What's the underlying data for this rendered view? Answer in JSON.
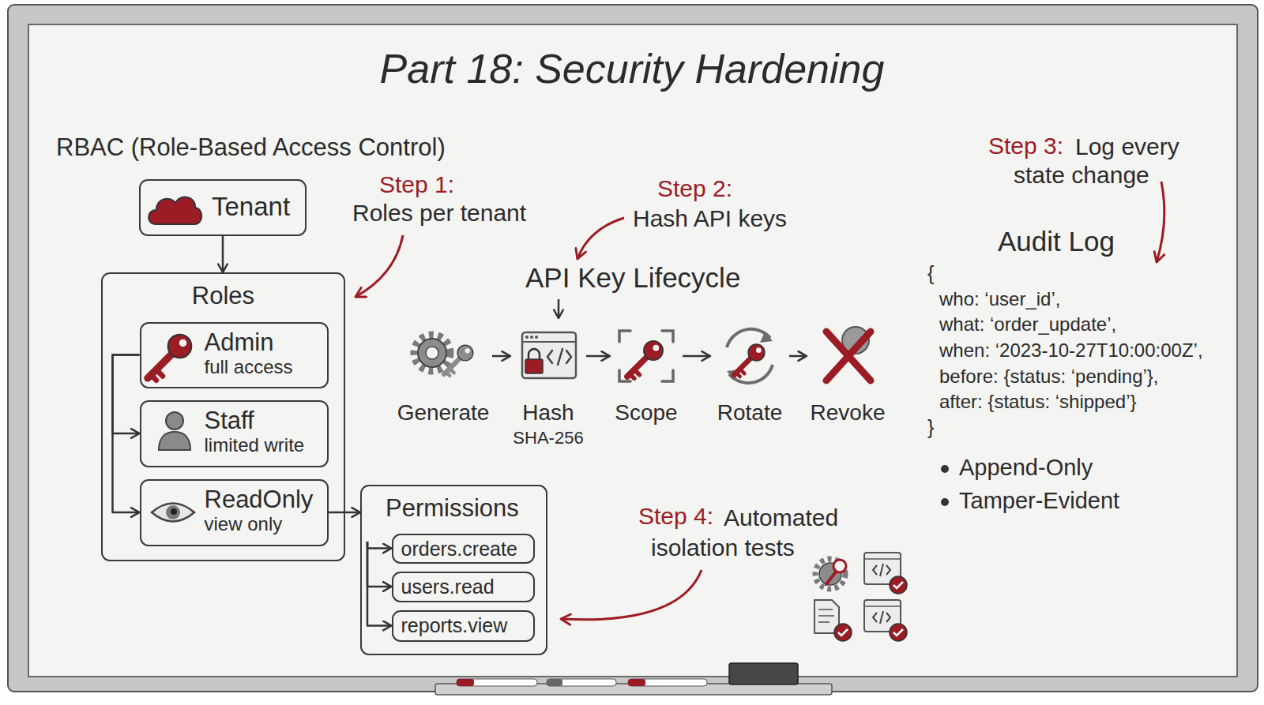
{
  "diagram": {
    "title": "Part 18: Security Hardening",
    "nodes": [
      {
        "text": [
          "Tenant"
        ]
      },
      {
        "text": [
          "Roles"
        ]
      },
      {
        "text": [
          "Admin",
          "full access"
        ],
        "in": 1
      },
      {
        "text": [
          "Staff",
          "limited write"
        ],
        "in": 1
      },
      {
        "text": [
          "ReadOnly",
          "view only"
        ],
        "in": 1
      },
      {
        "text": [
          "Permissions"
        ]
      },
      {
        "text": [
          "orders.create"
        ],
        "in": 5
      },
      {
        "text": [
          "users.read"
        ],
        "in": 5
      },
      {
        "text": [
          "reports.view"
        ],
        "in": 5
      },
      {
        "text": [
          "Generate"
        ]
      },
      {
        "text": [
          "Hash",
          "SHA-256"
        ]
      },
      {
        "text": [
          "Scope"
        ]
      },
      {
        "text": [
          "Rotate"
        ]
      },
      {
        "text": [
          "Revoke"
        ]
      }
    ],
    "edges": [
      {
        "from": 0,
        "to": 1,
        "arrow": "to"
      },
      {
        "from": 2,
        "to": 3,
        "arrow": "to"
      },
      {
        "from": 2,
        "to": 4,
        "arrow": "to"
      },
      {
        "from": 4,
        "to": 5,
        "arrow": "to"
      },
      {
        "from": 5,
        "to": 6,
        "arrow": "to"
      },
      {
        "from": 5,
        "to": 7,
        "arrow": "to"
      },
      {
        "from": 5,
        "to": 8,
        "arrow": "to"
      },
      {
        "from": 9,
        "to": 10,
        "arrow": "to"
      },
      {
        "from": 10,
        "to": 11,
        "arrow": "to"
      },
      {
        "from": 11,
        "to": 12,
        "arrow": "to"
      },
      {
        "from": 12,
        "to": 13,
        "arrow": "to"
      }
    ],
    "labels": [
      "RBAC (Role-Based Access Control)",
      "Step 1:",
      "Roles per tenant",
      "Step 2:",
      "Hash API keys",
      "API Key Lifecycle",
      "Step 3:",
      "Log every state change",
      "Audit Log",
      "{",
      "who: ‘user_id’,",
      "what: ‘order_update’,",
      "when: ‘2023-10-27T10:00:00Z’,",
      "before: {status: ‘pending’},",
      "after: {status: ‘shipped’}",
      "}",
      "Append-Only",
      "Tamper-Evident",
      "Step 4:",
      "Automated isolation tests"
    ]
  }
}
